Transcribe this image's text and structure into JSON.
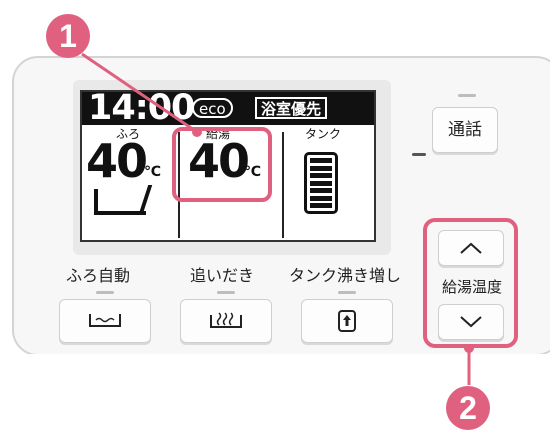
{
  "callouts": {
    "one": "1",
    "two": "2"
  },
  "display": {
    "clock": "14:00",
    "eco_label": "eco",
    "priority_label": "浴室優先",
    "bath_label": "ふろ",
    "hot_water_label": "給湯",
    "tank_label": "タンク",
    "bath_temp": "40",
    "hot_water_temp": "40",
    "temp_unit": "℃"
  },
  "buttons": {
    "intercom_label": "通話",
    "auto_bath_label": "ふろ自動",
    "reheat_label": "追いだき",
    "tank_boost_label": "タンク沸き増し",
    "hot_water_temp_label": "給湯温度"
  },
  "icons": {
    "auto_bath": "bathtub-icon",
    "reheat": "reheat-icon",
    "tank_boost": "tank-boost-icon",
    "up": "chevron-up-icon",
    "down": "chevron-down-icon"
  },
  "colors": {
    "accent": "#e0607f",
    "lcd_bg": "#ffffff",
    "lcd_bar": "#111111"
  }
}
